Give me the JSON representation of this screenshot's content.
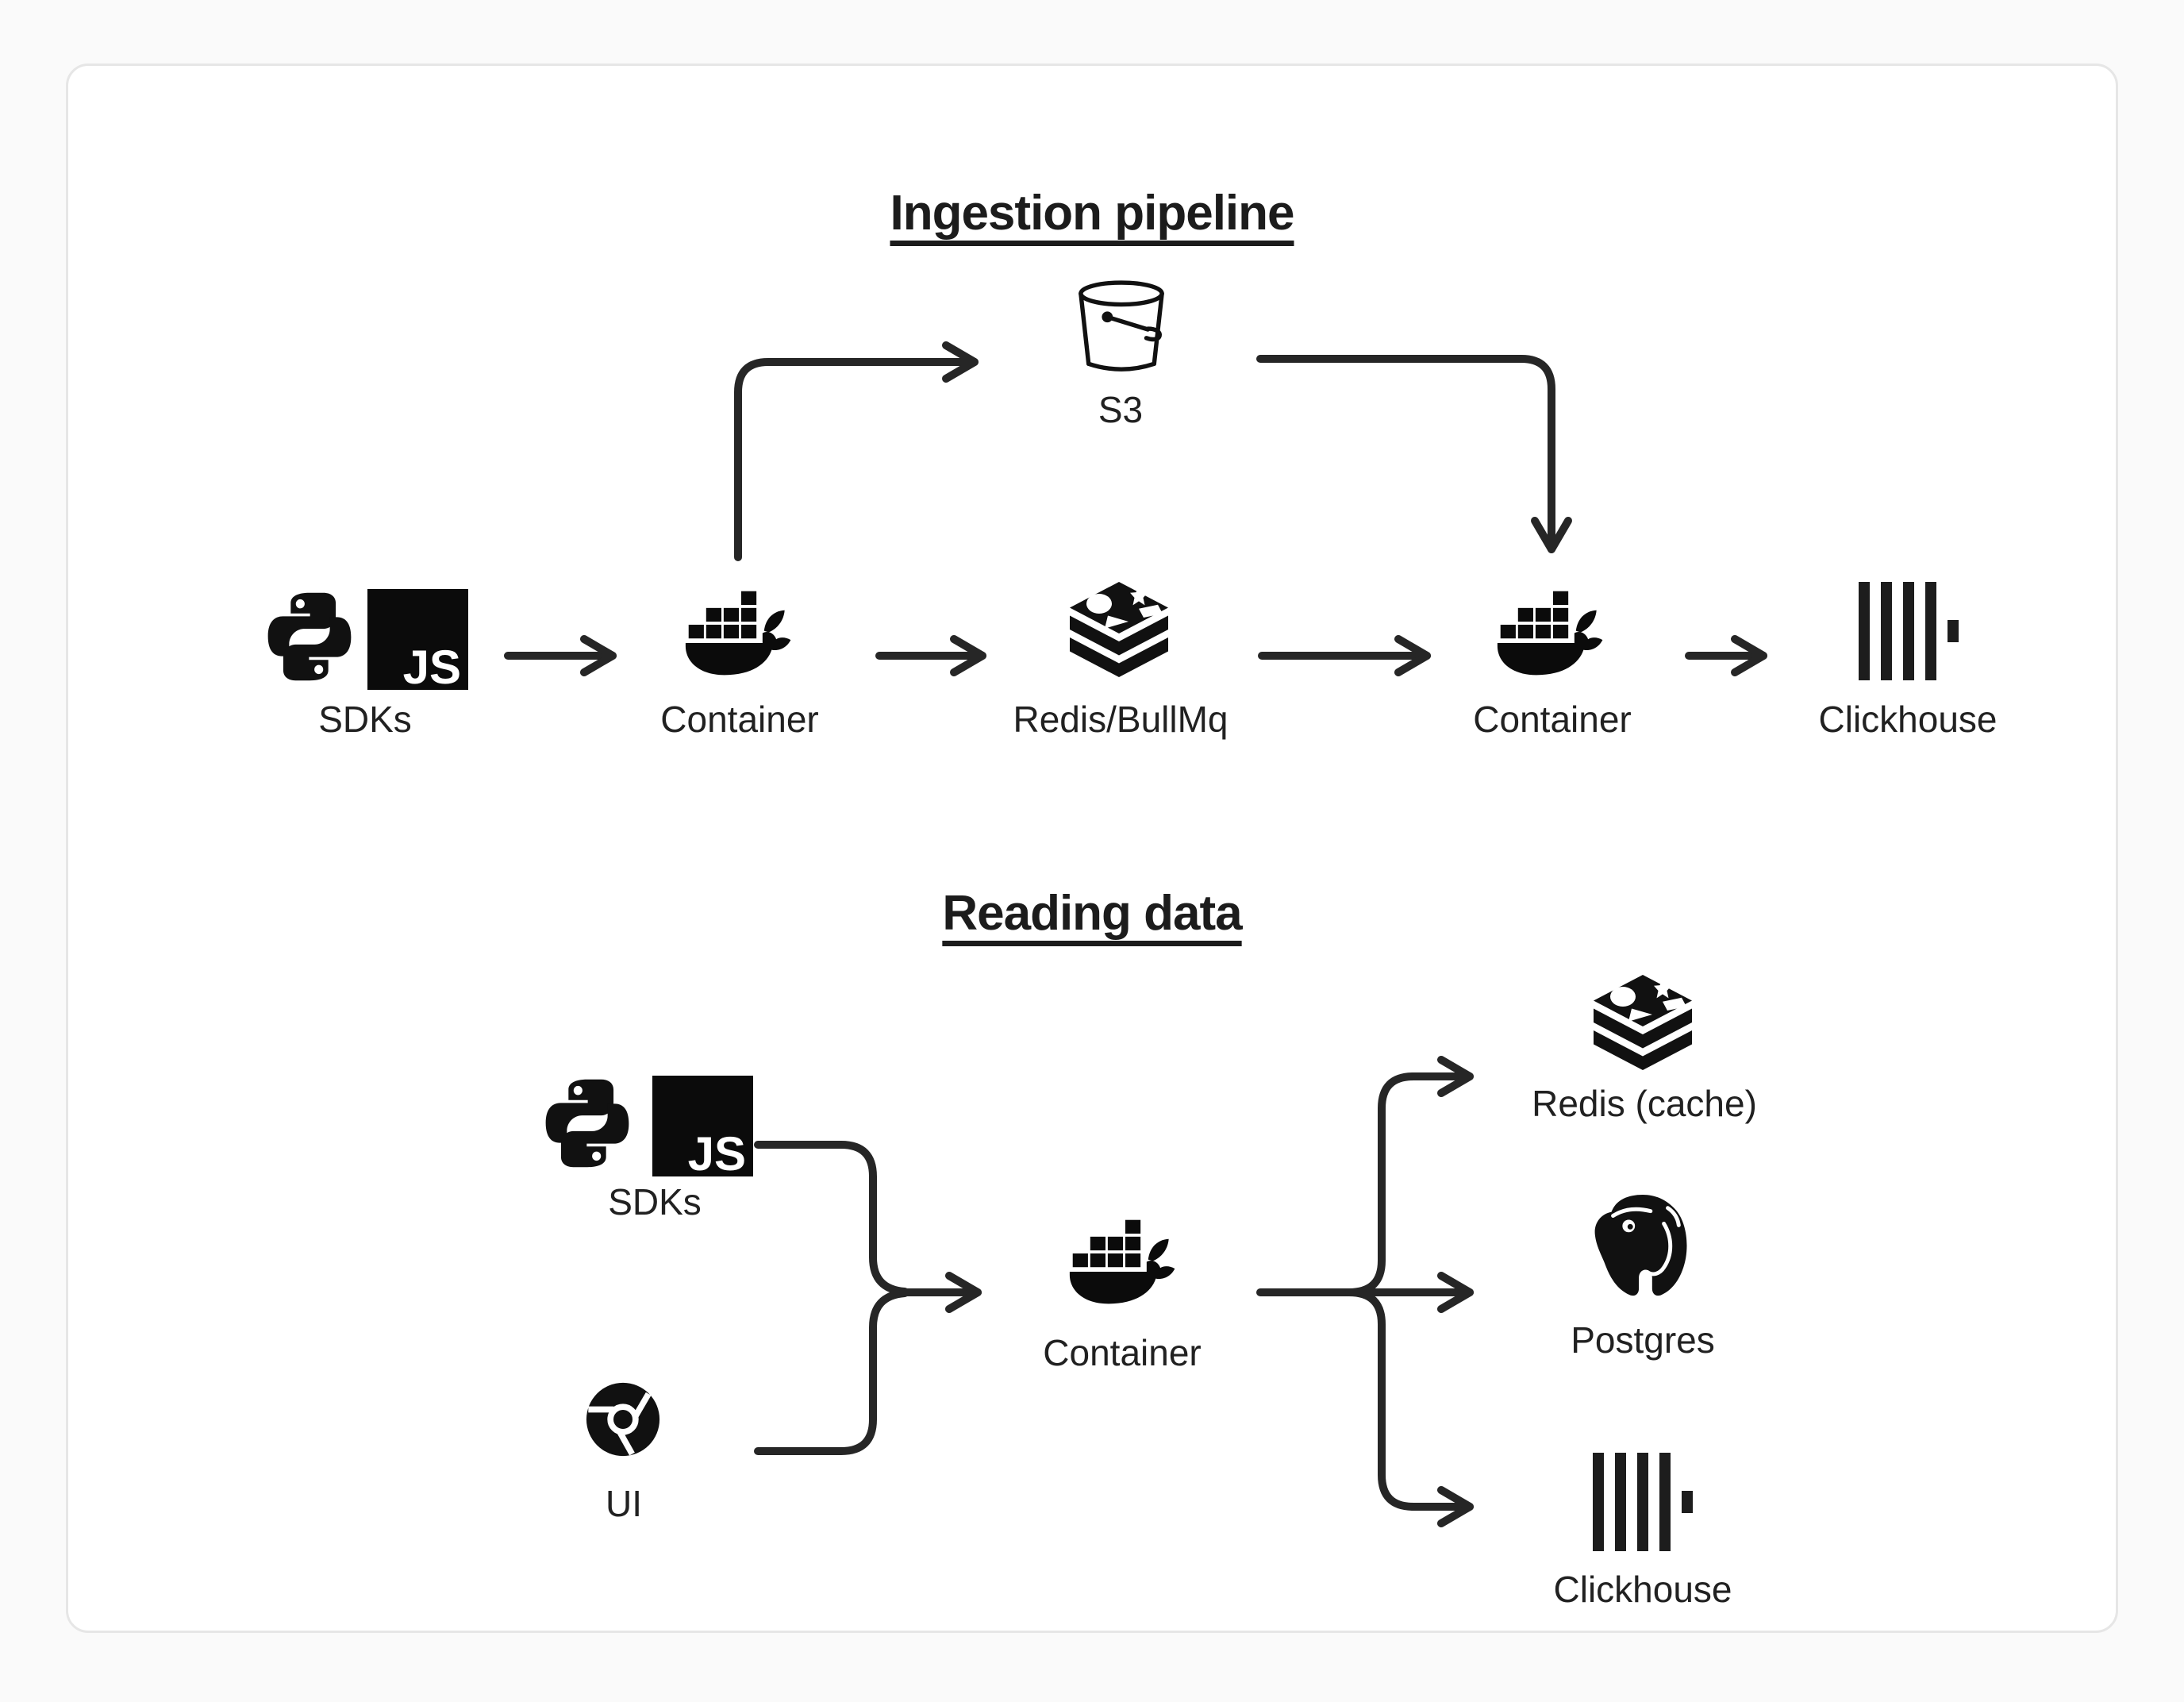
{
  "colors": {
    "page_bg": "#fafafa",
    "card_bg": "#ffffff",
    "card_border": "#e6e6e6",
    "ink": "#212121",
    "arrow": "#262626"
  },
  "ingestion": {
    "title": "Ingestion pipeline",
    "nodes": {
      "sdks": {
        "label": "SDKs"
      },
      "s3": {
        "label": "S3"
      },
      "container_ingest": {
        "label": "Container"
      },
      "queue": {
        "label": "Redis/BullMq"
      },
      "container_worker": {
        "label": "Container"
      },
      "clickhouse": {
        "label": "Clickhouse"
      }
    },
    "edges": [
      {
        "from": "SDKs",
        "to": "Container"
      },
      {
        "from": "Container",
        "to": "S3"
      },
      {
        "from": "S3",
        "to": "Container (worker)"
      },
      {
        "from": "Container",
        "to": "Redis/BullMq"
      },
      {
        "from": "Redis/BullMq",
        "to": "Container (worker)"
      },
      {
        "from": "Container (worker)",
        "to": "Clickhouse"
      }
    ]
  },
  "reading": {
    "title": "Reading data",
    "nodes": {
      "sdks": {
        "label": "SDKs"
      },
      "ui": {
        "label": "UI"
      },
      "container": {
        "label": "Container"
      },
      "redis_cache": {
        "label": "Redis (cache)"
      },
      "postgres": {
        "label": "Postgres"
      },
      "clickhouse": {
        "label": "Clickhouse"
      }
    },
    "edges": [
      {
        "from": "SDKs",
        "to": "Container"
      },
      {
        "from": "UI",
        "to": "Container"
      },
      {
        "from": "Container",
        "to": "Redis (cache)"
      },
      {
        "from": "Container",
        "to": "Postgres"
      },
      {
        "from": "Container",
        "to": "Clickhouse"
      }
    ]
  },
  "icons": {
    "js_text": "JS"
  }
}
